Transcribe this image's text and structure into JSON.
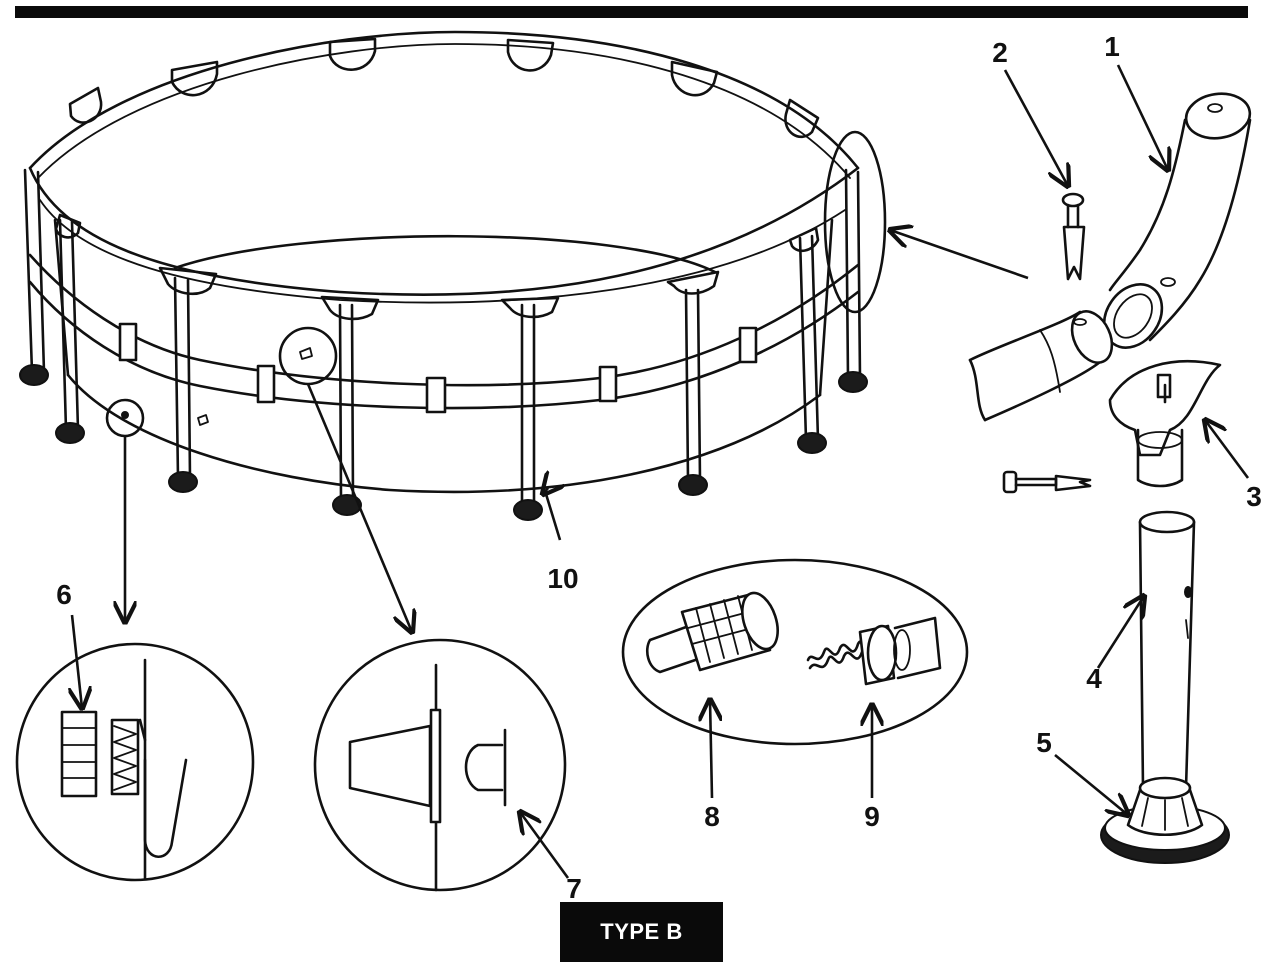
{
  "callouts": {
    "c1": "1",
    "c2": "2",
    "c3": "3",
    "c4": "4",
    "c5": "5",
    "c6": "6",
    "c7": "7",
    "c8": "8",
    "c9": "9",
    "c10": "10"
  },
  "badge": {
    "label": "TYPE B"
  },
  "colors": {
    "line": "#111111",
    "badge_bg": "#0a0a0a",
    "badge_text": "#ffffff"
  }
}
